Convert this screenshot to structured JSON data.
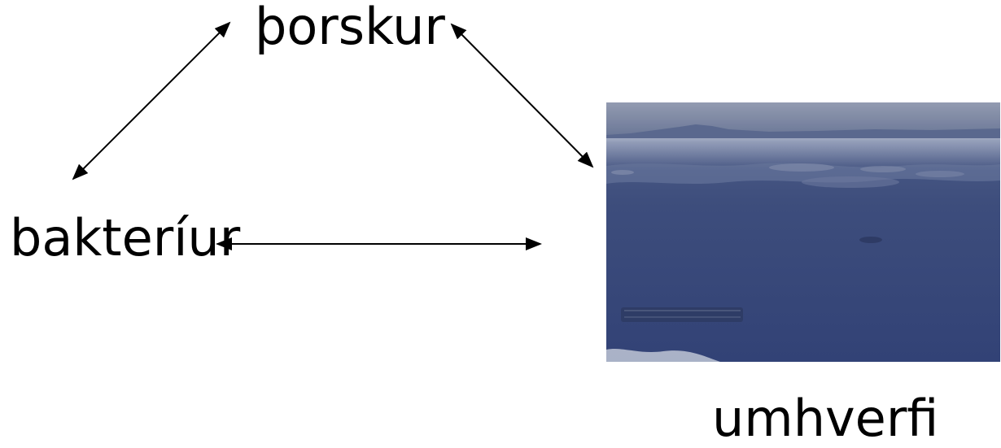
{
  "nodes": {
    "thorskur": "þorskur",
    "bakteriur": "bakteríur",
    "umhverfi": "umhverfi"
  },
  "colors": {
    "text": "#000000",
    "arrow": "#000000",
    "sky": "#8f9bb3",
    "sea": "#3f4f7d"
  },
  "photo": {
    "subject": "sea-landscape-photo"
  }
}
